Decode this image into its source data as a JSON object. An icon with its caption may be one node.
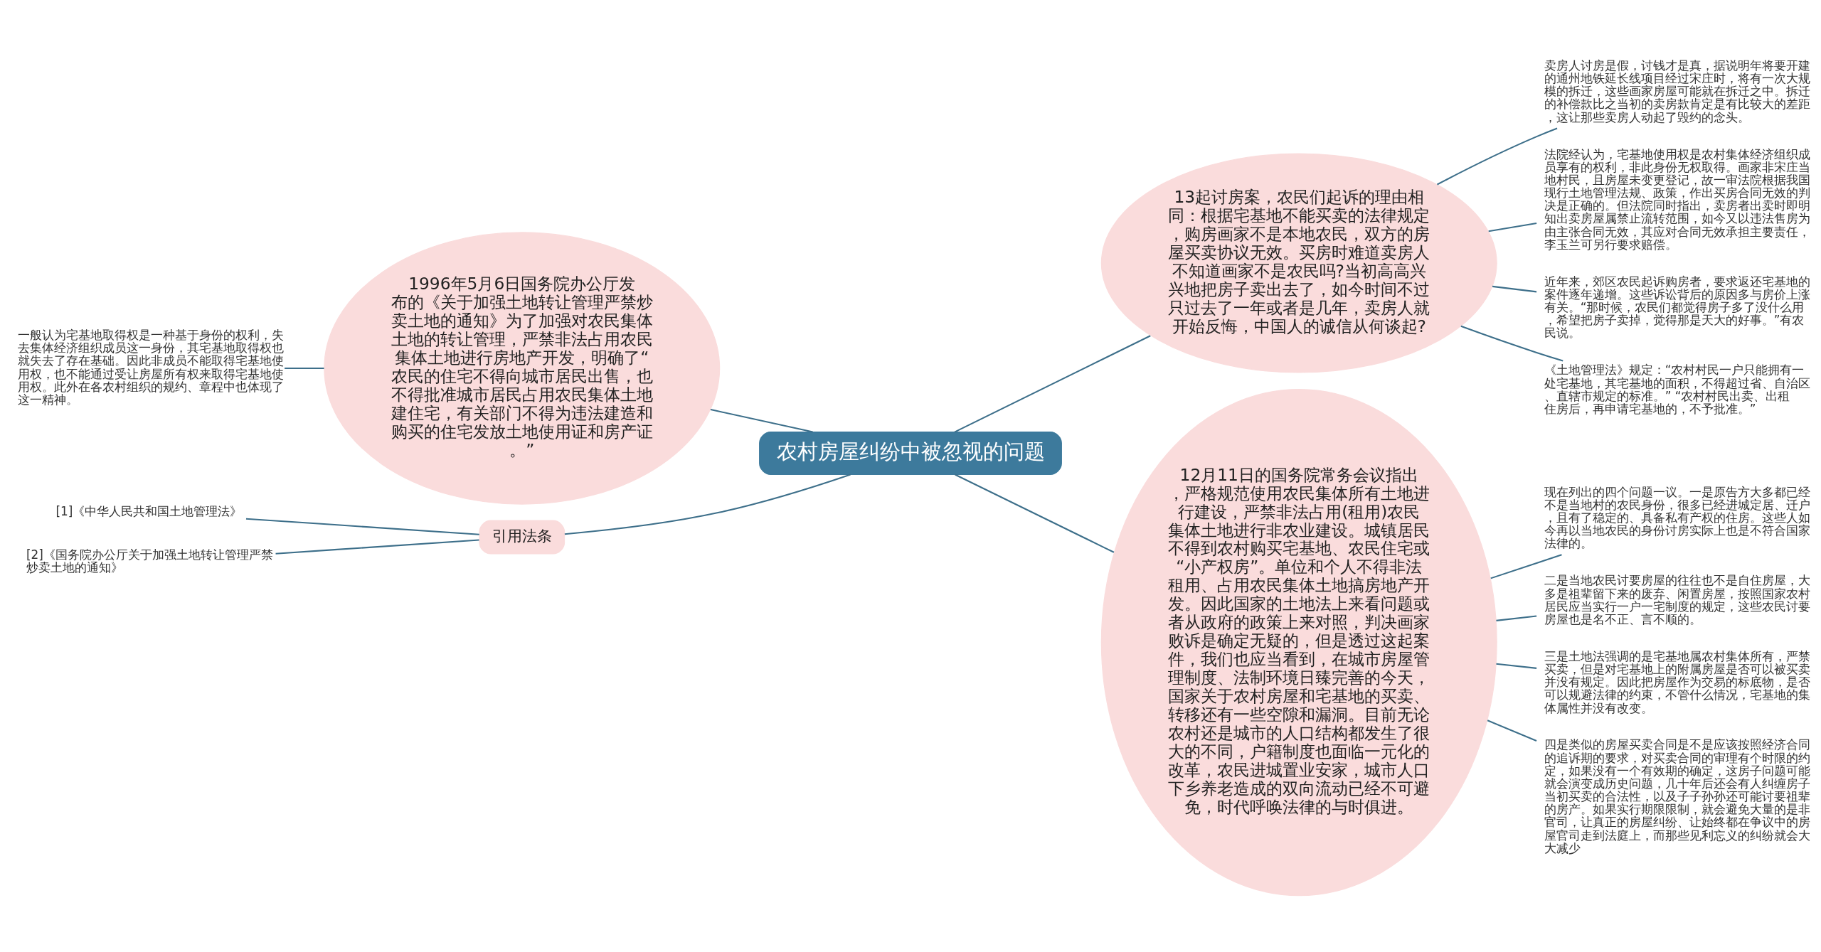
{
  "diagram": {
    "nodes": [
      {
        "text": [
          "农村房屋纠纷中被忽视的问题"
        ]
      },
      {
        "text": [
          "13起讨房案，农民们起诉的理由相同：根据宅基地不能买卖的法律规定，购房画家不是本地农民，双方的房屋买卖协议无效。买房时难道卖房人不知道画家不是农民吗?当初高高兴兴地把房子卖出去了，如今时间不过只过去了一年或者是几年，卖房人就开始反悔，中国人的诚信从何谈起?"
        ]
      },
      {
        "text": [
          "卖房人讨房是假，讨钱才是真，据说明年将要开建的通州地铁延长线项目经过宋庄时，将有一次大规模的拆迁，这些画家房屋可能就在拆迁之中。拆迁的补偿款比之当初的卖房款肯定是有比较大的差距，这让那些卖房人动起了毁约的念头。"
        ]
      },
      {
        "text": [
          "法院经认为，宅基地使用权是农村集体经济组织成员享有的权利，非此身份无权取得。画家非宋庄当地村民，且房屋未变更登记，故一审法院根据我国现行土地管理法规、政策，作出买房合同无效的判决是正确的。但法院同时指出，卖房者出卖时即明知出卖房屋属禁止流转范围，如今又以违法售房为由主张合同无效，其应对合同无效承担主要责任，李玉兰可另行要求赔偿。"
        ]
      },
      {
        "text": [
          "近年来，郊区农民起诉购房者，要求返还宅基地的案件逐年递增。这些诉讼背后的原因多与房价上涨有关。“那时候，农民们都觉得房子多了没什么用，希望把房子卖掉，觉得那是天大的好事。”有农民说。"
        ]
      },
      {
        "text": [
          "《土地管理法》规定：“农村村民一户只能拥有一处宅基地，其宅基地的面积，不得超过省、自治区、直辖市规定的标准。” “农村村民出卖、出租住房后，再申请宅基地的，不予批准。”"
        ]
      },
      {
        "text": [
          "12月11日的国务院常务会议指出，严格规范使用农民集体所有土地进行建设，严禁非法占用(租用)农民集体土地进行非农业建设。城镇居民不得到农村购买宅基地、农民住宅或“小产权房”。单位和个人不得非法租用、占用农民集体土地搞房地产开发。因此国家的土地法上来看问题或者从政府的政策上来对照，判决画家败诉是确定无疑的，但是透过这起案件，我们也应当看到，在城市房屋管理制度、法制环境日臻完善的今天，国家关于农村房屋和宅基地的买卖、转移还有一些空隙和漏洞。目前无论农村还是城市的人口结构都发生了很大的不同，户籍制度也面临一元化的改革，农民进城置业安家，城市人口下乡养老造成的双向流动已经不可避免，时代呼唤法律的与时俱进。"
        ]
      },
      {
        "text": [
          "现在列出的四个问题一议。一是原告方大多都已经不是当地村的农民身份，很多已经进城定居、迁户，且有了稳定的、具备私有产权的住房。这些人如今再以当地农民的身份讨房实际上也是不符合国家法律的。"
        ]
      },
      {
        "text": [
          "二是当地农民讨要房屋的往往也不是自住房屋，大多是祖辈留下来的废弃、闲置房屋，按照国家农村居民应当实行一户一宅制度的规定，这些农民讨要房屋也是名不正、言不顺的。"
        ]
      },
      {
        "text": [
          "三是土地法强调的是宅基地属农村集体所有，严禁买卖，但是对宅基地上的附属房屋是否可以被买卖并没有规定。因此把房屋作为交易的标底物，是否可以规避法律的约束，不管什么情况，宅基地的集体属性并没有改变。"
        ]
      },
      {
        "text": [
          "四是类似的房屋买卖合同是不是应该按照经济合同的追诉期的要求，对买卖合同的审理有个时限的约定，如果没有一个有效期的确定，这房子问题可能就会演变成历史问题，几十年后还会有人纠缠房子当初买卖的合法性，以及子子孙孙还可能讨要祖辈的房产。如果实行期限限制，就会避免大量的是非官司，让真正的房屋纠纷、让始终都在争议中的房屋官司走到法庭上，而那些见利忘义的纠纷就会大大减少"
        ]
      },
      {
        "text": [
          "1996年5月6日国务院办公厅发布的《关于加强土地转让管理严禁炒卖土地的通知》为了加强对农民集体土地的转让管理，严禁非法占用农民集体土地进行房地产开发，明确了“农民的住宅不得向城市居民出售，也不得批准城市居民占用农民集体土地建住宅，有关部门不得为违法建造和购买的住宅发放土地使用证和房产证。”"
        ]
      },
      {
        "text": [
          "一般认为宅基地取得权是一种基于身份的权利，失去集体经济组织成员这一身份，其宅基地取得权也就失去了存在基础。因此非成员不能取得宅基地使用权，也不能通过受让房屋所有权来取得宅基地使用权。此外在各农村组织的规约、章程中也体现了这一精神。"
        ]
      },
      {
        "text": [
          "引用法条"
        ]
      },
      {
        "text": [
          "[1]《中华人民共和国土地管理法》"
        ]
      },
      {
        "text": [
          "[2]《国务院办公厅关于加强土地转让管理严禁炒卖土地的通知》"
        ]
      }
    ],
    "edges": [
      {
        "from": 0,
        "to": 1,
        "arrow": "none"
      },
      {
        "from": 1,
        "to": 2,
        "arrow": "none"
      },
      {
        "from": 1,
        "to": 3,
        "arrow": "none"
      },
      {
        "from": 1,
        "to": 4,
        "arrow": "none"
      },
      {
        "from": 1,
        "to": 5,
        "arrow": "none"
      },
      {
        "from": 0,
        "to": 6,
        "arrow": "none"
      },
      {
        "from": 6,
        "to": 7,
        "arrow": "none"
      },
      {
        "from": 6,
        "to": 8,
        "arrow": "none"
      },
      {
        "from": 6,
        "to": 9,
        "arrow": "none"
      },
      {
        "from": 6,
        "to": 10,
        "arrow": "none"
      },
      {
        "from": 0,
        "to": 11,
        "arrow": "none"
      },
      {
        "from": 11,
        "to": 12,
        "arrow": "none"
      },
      {
        "from": 0,
        "to": 13,
        "arrow": "none"
      },
      {
        "from": 13,
        "to": 14,
        "arrow": "none"
      },
      {
        "from": 13,
        "to": 15,
        "arrow": "none"
      }
    ]
  }
}
